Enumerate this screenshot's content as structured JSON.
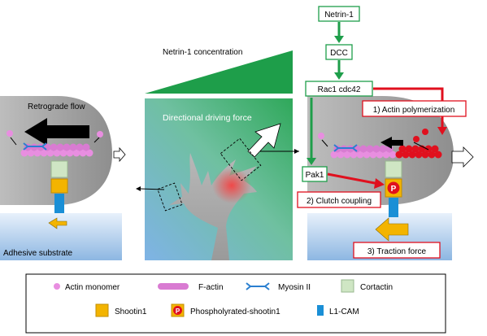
{
  "pathway": {
    "netrin": "Netrin-1",
    "dcc": "DCC",
    "rac": "Rac1 cdc42",
    "pak": "Pak1"
  },
  "labels": {
    "netrin_concentration": "Netrin-1 concentration",
    "retrograde_flow": "Retrograde flow",
    "adhesive_substrate": "Adhesive substrate",
    "directional_force": "Directional driving force",
    "actin_polymerization": "1) Actin polymerization",
    "clutch_coupling": "2) Clutch coupling",
    "traction_force": "3) Traction force",
    "p_mark": "P"
  },
  "legend": {
    "actin_monomer": "Actin monomer",
    "f_actin": "F-actin",
    "myosin": "Myosin II",
    "cortactin": "Cortactin",
    "shootin": "Shootin1",
    "phospho_shootin": "Phospholyrated-shootin1",
    "l1cam": "L1-CAM"
  },
  "colors": {
    "green": "#1e9e4a",
    "red": "#e0101e",
    "cortactin": "#cfe6c4",
    "shootin": "#f3b400",
    "l1cam": "#1a8fd6",
    "actin": "#e88ee0",
    "substrate": "#b9d3ec"
  }
}
